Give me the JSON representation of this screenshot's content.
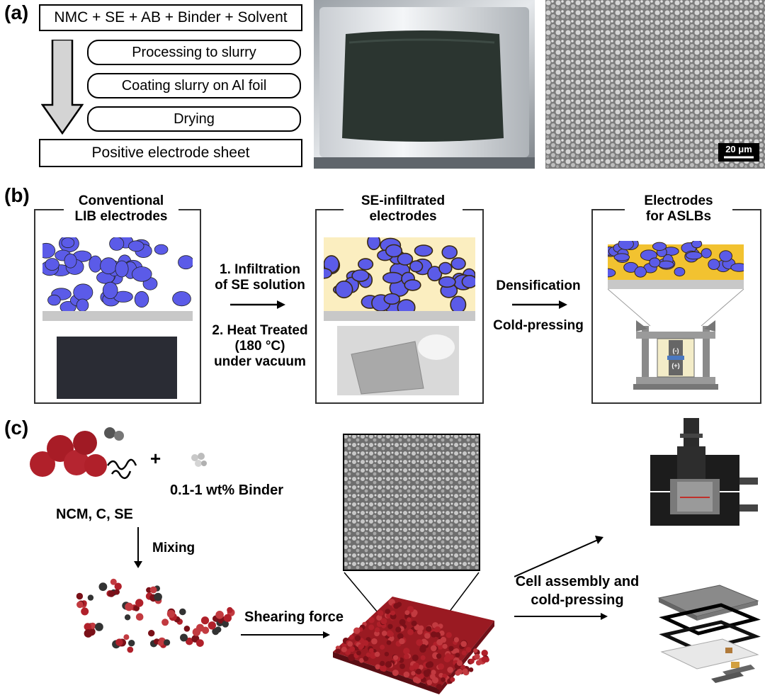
{
  "panel_a": {
    "label": "(a)",
    "top_box": "NMC + SE + AB + Binder + Solvent",
    "steps": [
      "Processing to slurry",
      "Coating slurry on Al foil",
      "Drying"
    ],
    "bottom_box": "Positive electrode sheet",
    "scale_bar": "20 μm"
  },
  "panel_b": {
    "label": "(b)",
    "frame1_title": [
      "Conventional",
      "LIB electrodes"
    ],
    "frame2_title": [
      "SE-infiltrated",
      "electrodes"
    ],
    "frame3_title": [
      "Electrodes",
      "for ASLBs"
    ],
    "step1": [
      "1.  Infiltration",
      "of SE solution"
    ],
    "step2": [
      "2. Heat Treated",
      "(180  °C)",
      "under vacuum"
    ],
    "step3_top": "Densification",
    "step3_bottom": "Cold-pressing",
    "die_minus": "(-)",
    "die_plus": "(+)"
  },
  "panel_c": {
    "label": "(c)",
    "components": "NCM, C, SE",
    "plus": "+",
    "binder": "0.1-1 wt% Binder",
    "mixing": "Mixing",
    "shearing": "Shearing force",
    "assembly": [
      "Cell assembly and",
      "cold-pressing"
    ]
  },
  "colors": {
    "particle_blue": "#5b5be8",
    "se_yellow": "#f2c230",
    "ncm_red": "#b0202a",
    "foil_gray": "#c8c8c8"
  }
}
